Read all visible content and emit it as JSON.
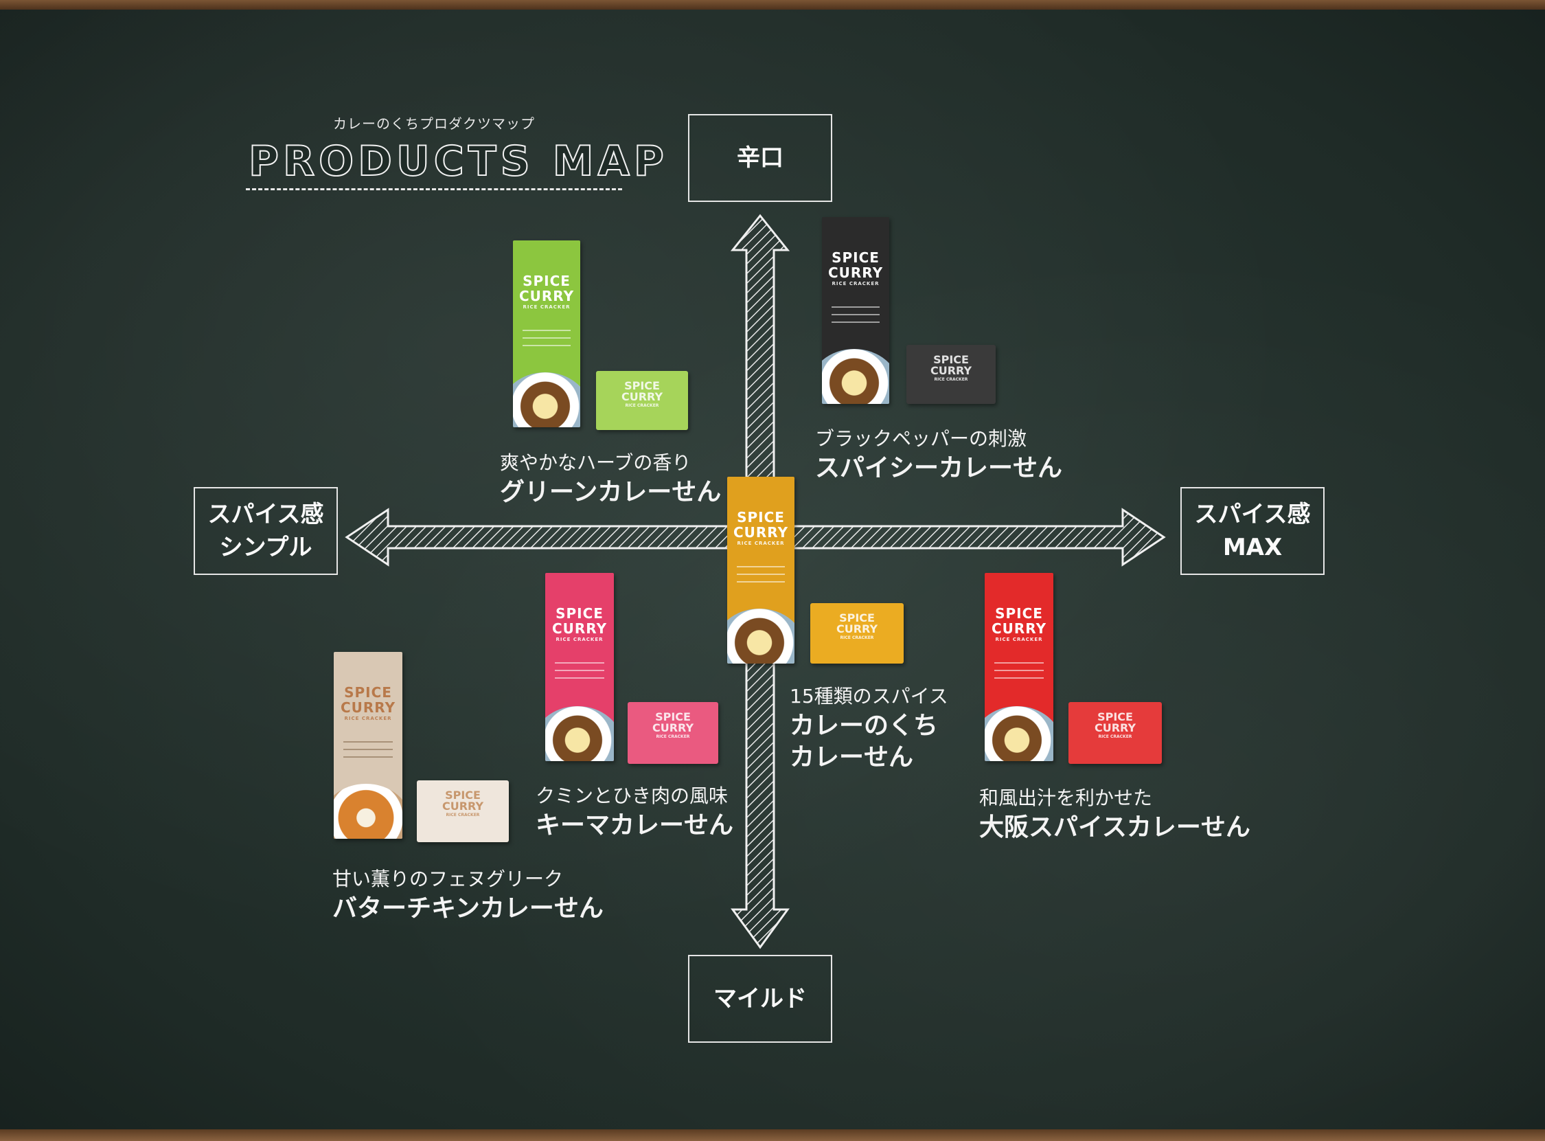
{
  "header": {
    "subtitle": "カレーのくちプロダクツマップ",
    "title": "PRODUCTS MAP"
  },
  "axes": {
    "top": "辛口",
    "bottom": "マイルド",
    "left_line1": "スパイス感",
    "left_line2": "シンプル",
    "right_line1": "スパイス感",
    "right_line2": "MAX"
  },
  "products": [
    {
      "id": "green",
      "tagline": "爽やかなハーブの香り",
      "name": "グリーンカレーせん",
      "color": "#8cc63f"
    },
    {
      "id": "spicy",
      "tagline": "ブラックペッパーの刺激",
      "name": "スパイシーカレーせん",
      "color": "#2b2b2b"
    },
    {
      "id": "original",
      "tagline": "15種類のスパイス",
      "name_line1": "カレーのくち",
      "name_line2": "カレーせん",
      "color": "#e0a01e"
    },
    {
      "id": "keema",
      "tagline": "クミンとひき肉の風味",
      "name": "キーマカレーせん",
      "color": "#e5406a"
    },
    {
      "id": "butter",
      "tagline": "甘い薫りのフェヌグリーク",
      "name": "バターチキンカレーせん",
      "color": "#d9c8b4"
    },
    {
      "id": "osaka",
      "tagline": "和風出汁を利かせた",
      "name": "大阪スパイスカレーせん",
      "color": "#e32a2a"
    }
  ],
  "package": {
    "logo_line1": "SPICE",
    "logo_line2": "CURRY",
    "logo_sub": "RICE CRACKER"
  }
}
